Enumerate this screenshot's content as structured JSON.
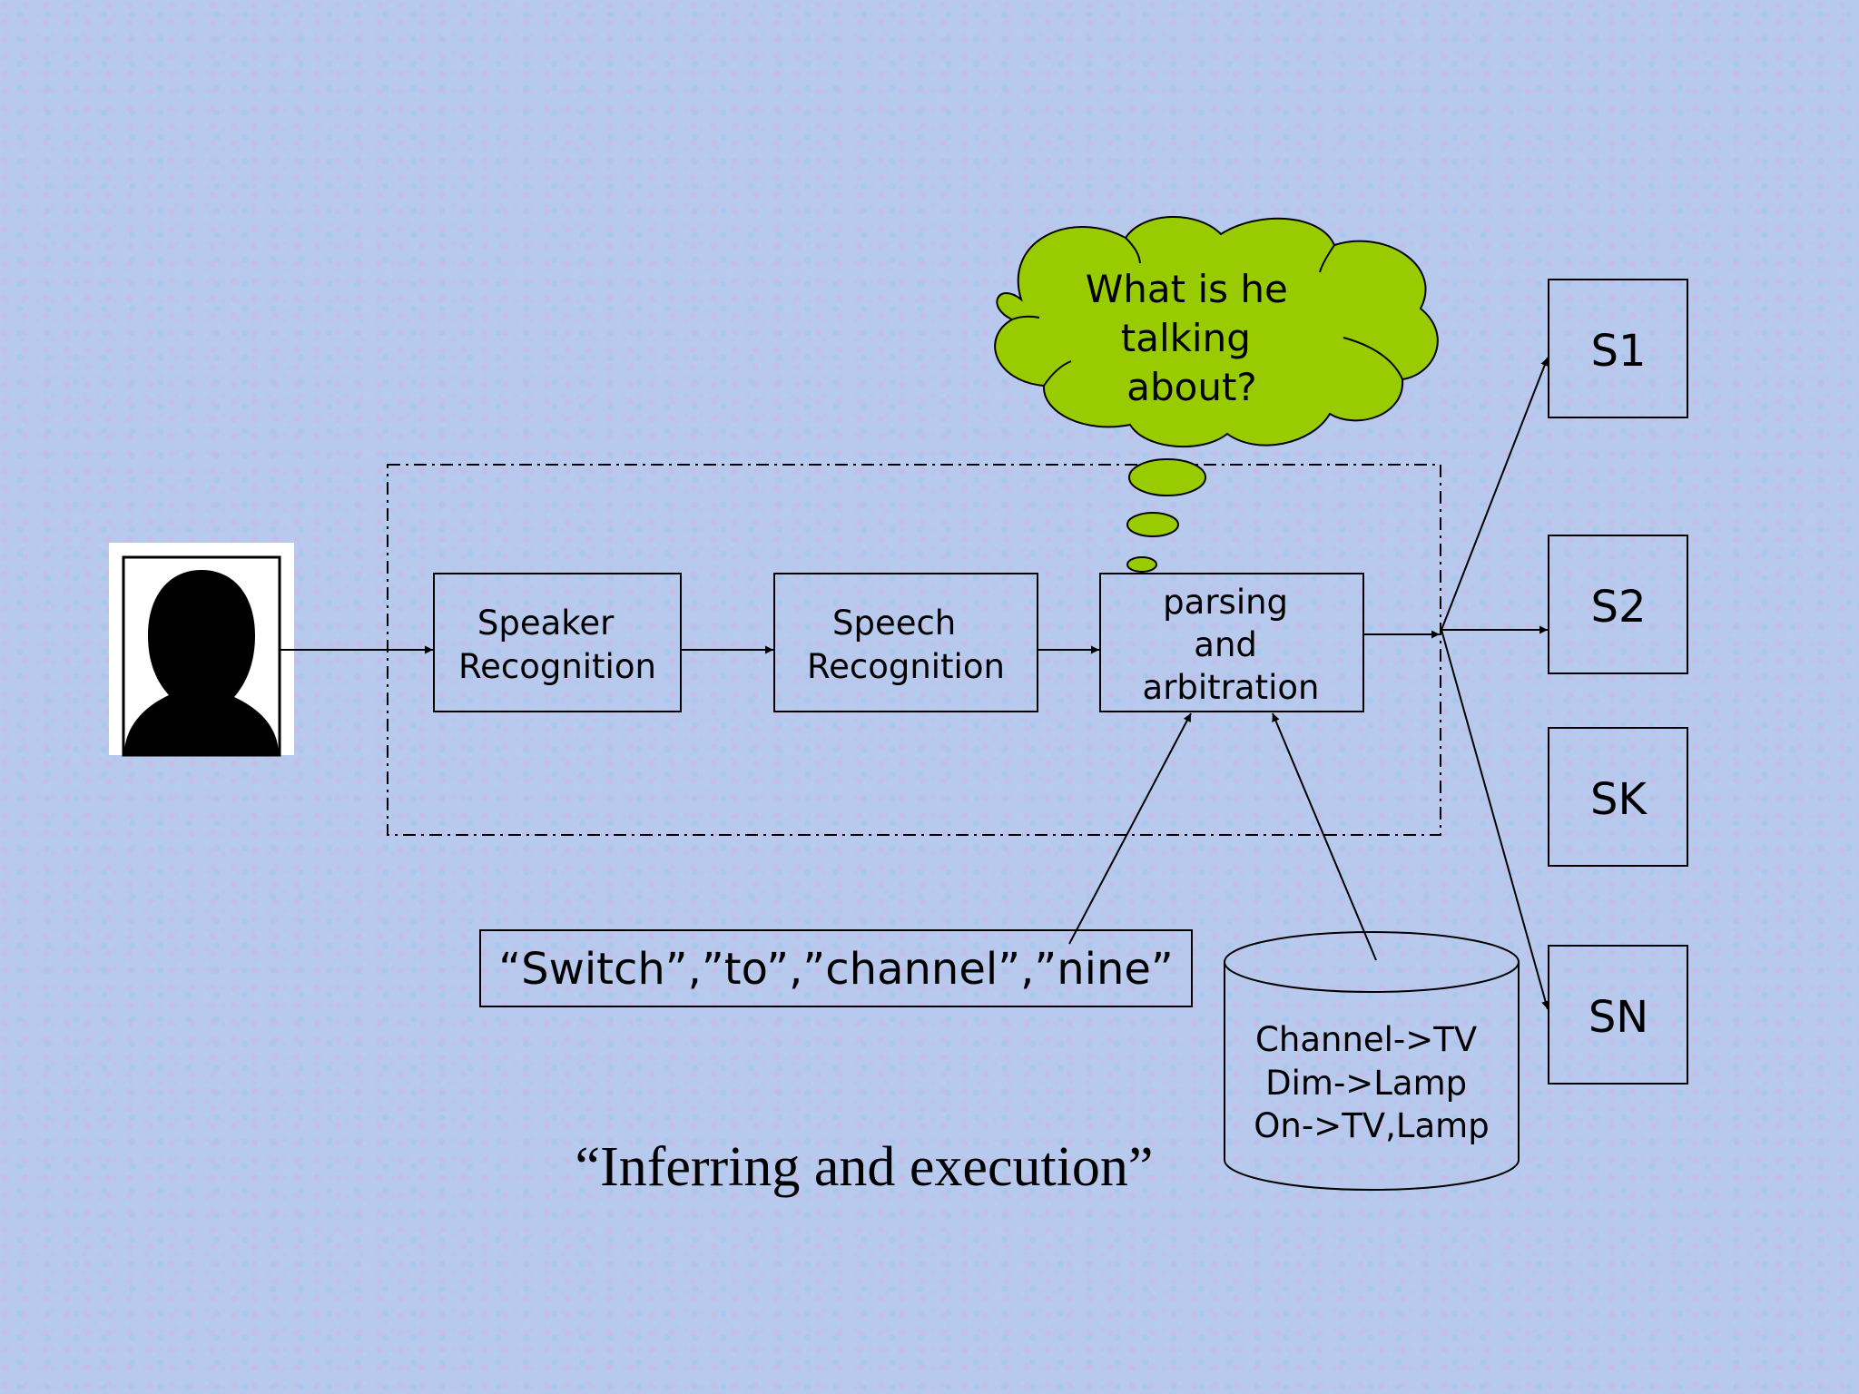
{
  "nodes": {
    "speaker": "speaker-silhouette-icon",
    "speaker_recognition": [
      "Speaker",
      "Recognition"
    ],
    "speech_recognition": [
      "Speech",
      "Recognition"
    ],
    "parsing": [
      "parsing",
      "and",
      "arbitration"
    ],
    "thought": [
      "What is he",
      "talking",
      "about?"
    ],
    "word_list": "“Switch”,”to”,”channel”,”nine”",
    "database": [
      "Channel->TV",
      "Dim->Lamp",
      "On->TV,Lamp"
    ],
    "services": [
      "S1",
      "S2",
      "SK",
      "SN"
    ]
  },
  "caption": "“Inferring and execution”",
  "colors": {
    "cloud_fill": "#99cc00",
    "stroke": "#000000"
  }
}
